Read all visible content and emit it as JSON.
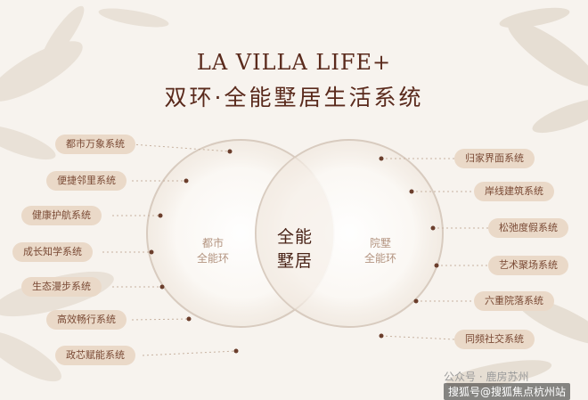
{
  "title": {
    "en": "LA VILLA LIFE+",
    "cn": "双环·全能墅居生活系统"
  },
  "center": {
    "line1": "全能",
    "line2": "墅居"
  },
  "left_ring": {
    "line1": "都市",
    "line2": "全能环"
  },
  "right_ring": {
    "line1": "院墅",
    "line2": "全能环"
  },
  "left_items": [
    "都市万象系统",
    "便捷邻里系统",
    "健康护航系统",
    "成长知学系统",
    "生态漫步系统",
    "高效畅行系统",
    "政芯赋能系统"
  ],
  "right_items": [
    "归家界面系统",
    "岸线建筑系统",
    "松弛度假系统",
    "艺术聚场系统",
    "六重院落系统",
    "同频社交系统"
  ],
  "watermark": {
    "account": "公众号 · 鹿房苏州",
    "bar": "搜狐号@搜狐焦点杭州站"
  },
  "colors": {
    "background": "#f7f3ee",
    "title": "#5a2a1c",
    "pill_bg": "#ead9c8",
    "pill_text": "#7a4a35",
    "ring": "#d8cbbf"
  }
}
